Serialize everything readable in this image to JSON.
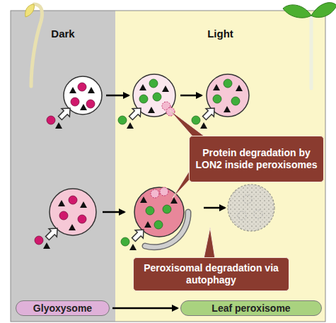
{
  "diagram": {
    "nodes": [
      {
        "text": [
          "Dark"
        ]
      },
      {
        "text": [
          "Light"
        ]
      },
      {
        "text": [
          "Protein degradation by LON2 inside peroxisomes"
        ],
        "in": 1
      },
      {
        "text": [
          "Peroxisomal degradation via autophagy"
        ],
        "in": 1
      },
      {
        "text": [
          "Glyoxysome"
        ],
        "in": 0
      },
      {
        "text": [
          "Leaf peroxisome"
        ],
        "in": 1
      }
    ],
    "edges": [
      {
        "from": 4,
        "to": 5,
        "arrow": "to"
      }
    ]
  }
}
